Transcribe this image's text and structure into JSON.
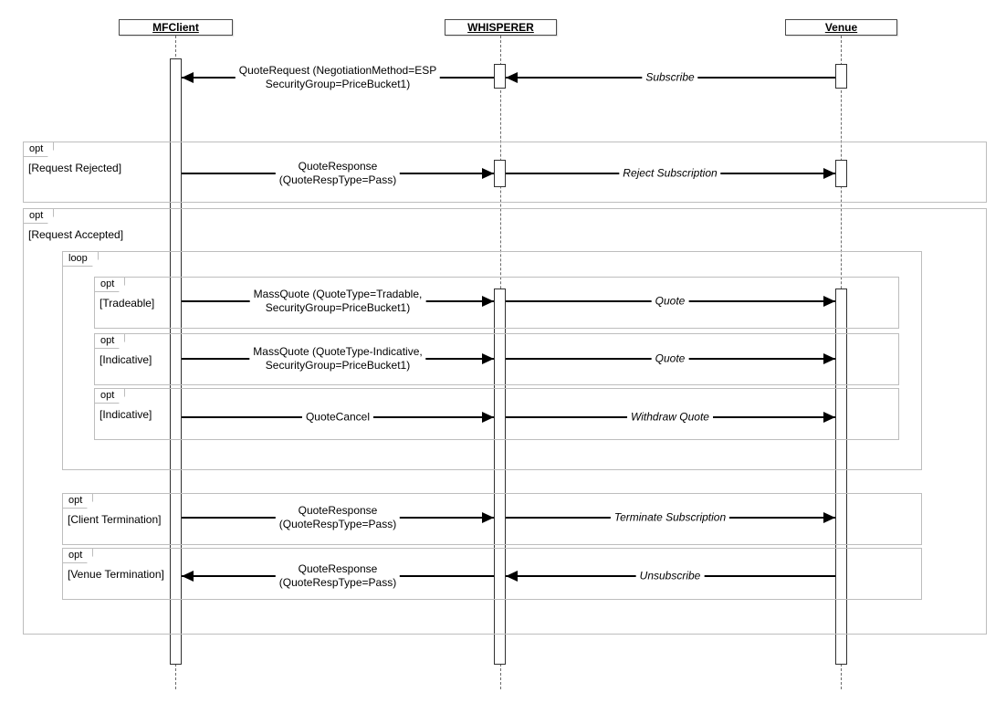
{
  "colors": {
    "line": "#000000",
    "frame_border": "#bdbdbd",
    "background": "#ffffff"
  },
  "actors": [
    {
      "label": "MFClient"
    },
    {
      "label": "WHISPERER"
    },
    {
      "label": "Venue"
    }
  ],
  "frames": [
    {
      "operator": "opt",
      "guard": "[Request Rejected]"
    },
    {
      "operator": "opt",
      "guard": "[Request Accepted]"
    },
    {
      "operator": "loop",
      "guard": ""
    },
    {
      "operator": "opt",
      "guard": "[Tradeable]"
    },
    {
      "operator": "opt",
      "guard": "[Indicative]"
    },
    {
      "operator": "opt",
      "guard": "[Indicative]"
    },
    {
      "operator": "opt",
      "guard": "[Client Termination]"
    },
    {
      "operator": "opt",
      "guard": "[Venue Termination]"
    }
  ],
  "messages": [
    {
      "from": "WHISPERER",
      "to": "MFClient",
      "line1": "QuoteRequest (NegotiationMethod=ESP",
      "line2": "SecurityGroup=PriceBucket1)"
    },
    {
      "from": "Venue",
      "to": "WHISPERER",
      "label": "Subscribe"
    },
    {
      "from": "MFClient",
      "to": "WHISPERER",
      "line1": "QuoteResponse",
      "line2": "(QuoteRespType=Pass)"
    },
    {
      "from": "WHISPERER",
      "to": "Venue",
      "label": "Reject Subscription"
    },
    {
      "from": "MFClient",
      "to": "WHISPERER",
      "line1": "MassQuote (QuoteType=Tradable,",
      "line2": "SecurityGroup=PriceBucket1)"
    },
    {
      "from": "WHISPERER",
      "to": "Venue",
      "label": "Quote"
    },
    {
      "from": "MFClient",
      "to": "WHISPERER",
      "line1": "MassQuote (QuoteType-Indicative,",
      "line2": "SecurityGroup=PriceBucket1)"
    },
    {
      "from": "WHISPERER",
      "to": "Venue",
      "label": "Quote"
    },
    {
      "from": "MFClient",
      "to": "WHISPERER",
      "label": "QuoteCancel"
    },
    {
      "from": "WHISPERER",
      "to": "Venue",
      "label": "Withdraw Quote"
    },
    {
      "from": "MFClient",
      "to": "WHISPERER",
      "line1": "QuoteResponse",
      "line2": "(QuoteRespType=Pass)"
    },
    {
      "from": "WHISPERER",
      "to": "Venue",
      "label": "Terminate Subscription"
    },
    {
      "from": "WHISPERER",
      "to": "MFClient",
      "line1": "QuoteResponse",
      "line2": "(QuoteRespType=Pass)"
    },
    {
      "from": "Venue",
      "to": "WHISPERER",
      "label": "Unsubscribe"
    }
  ]
}
